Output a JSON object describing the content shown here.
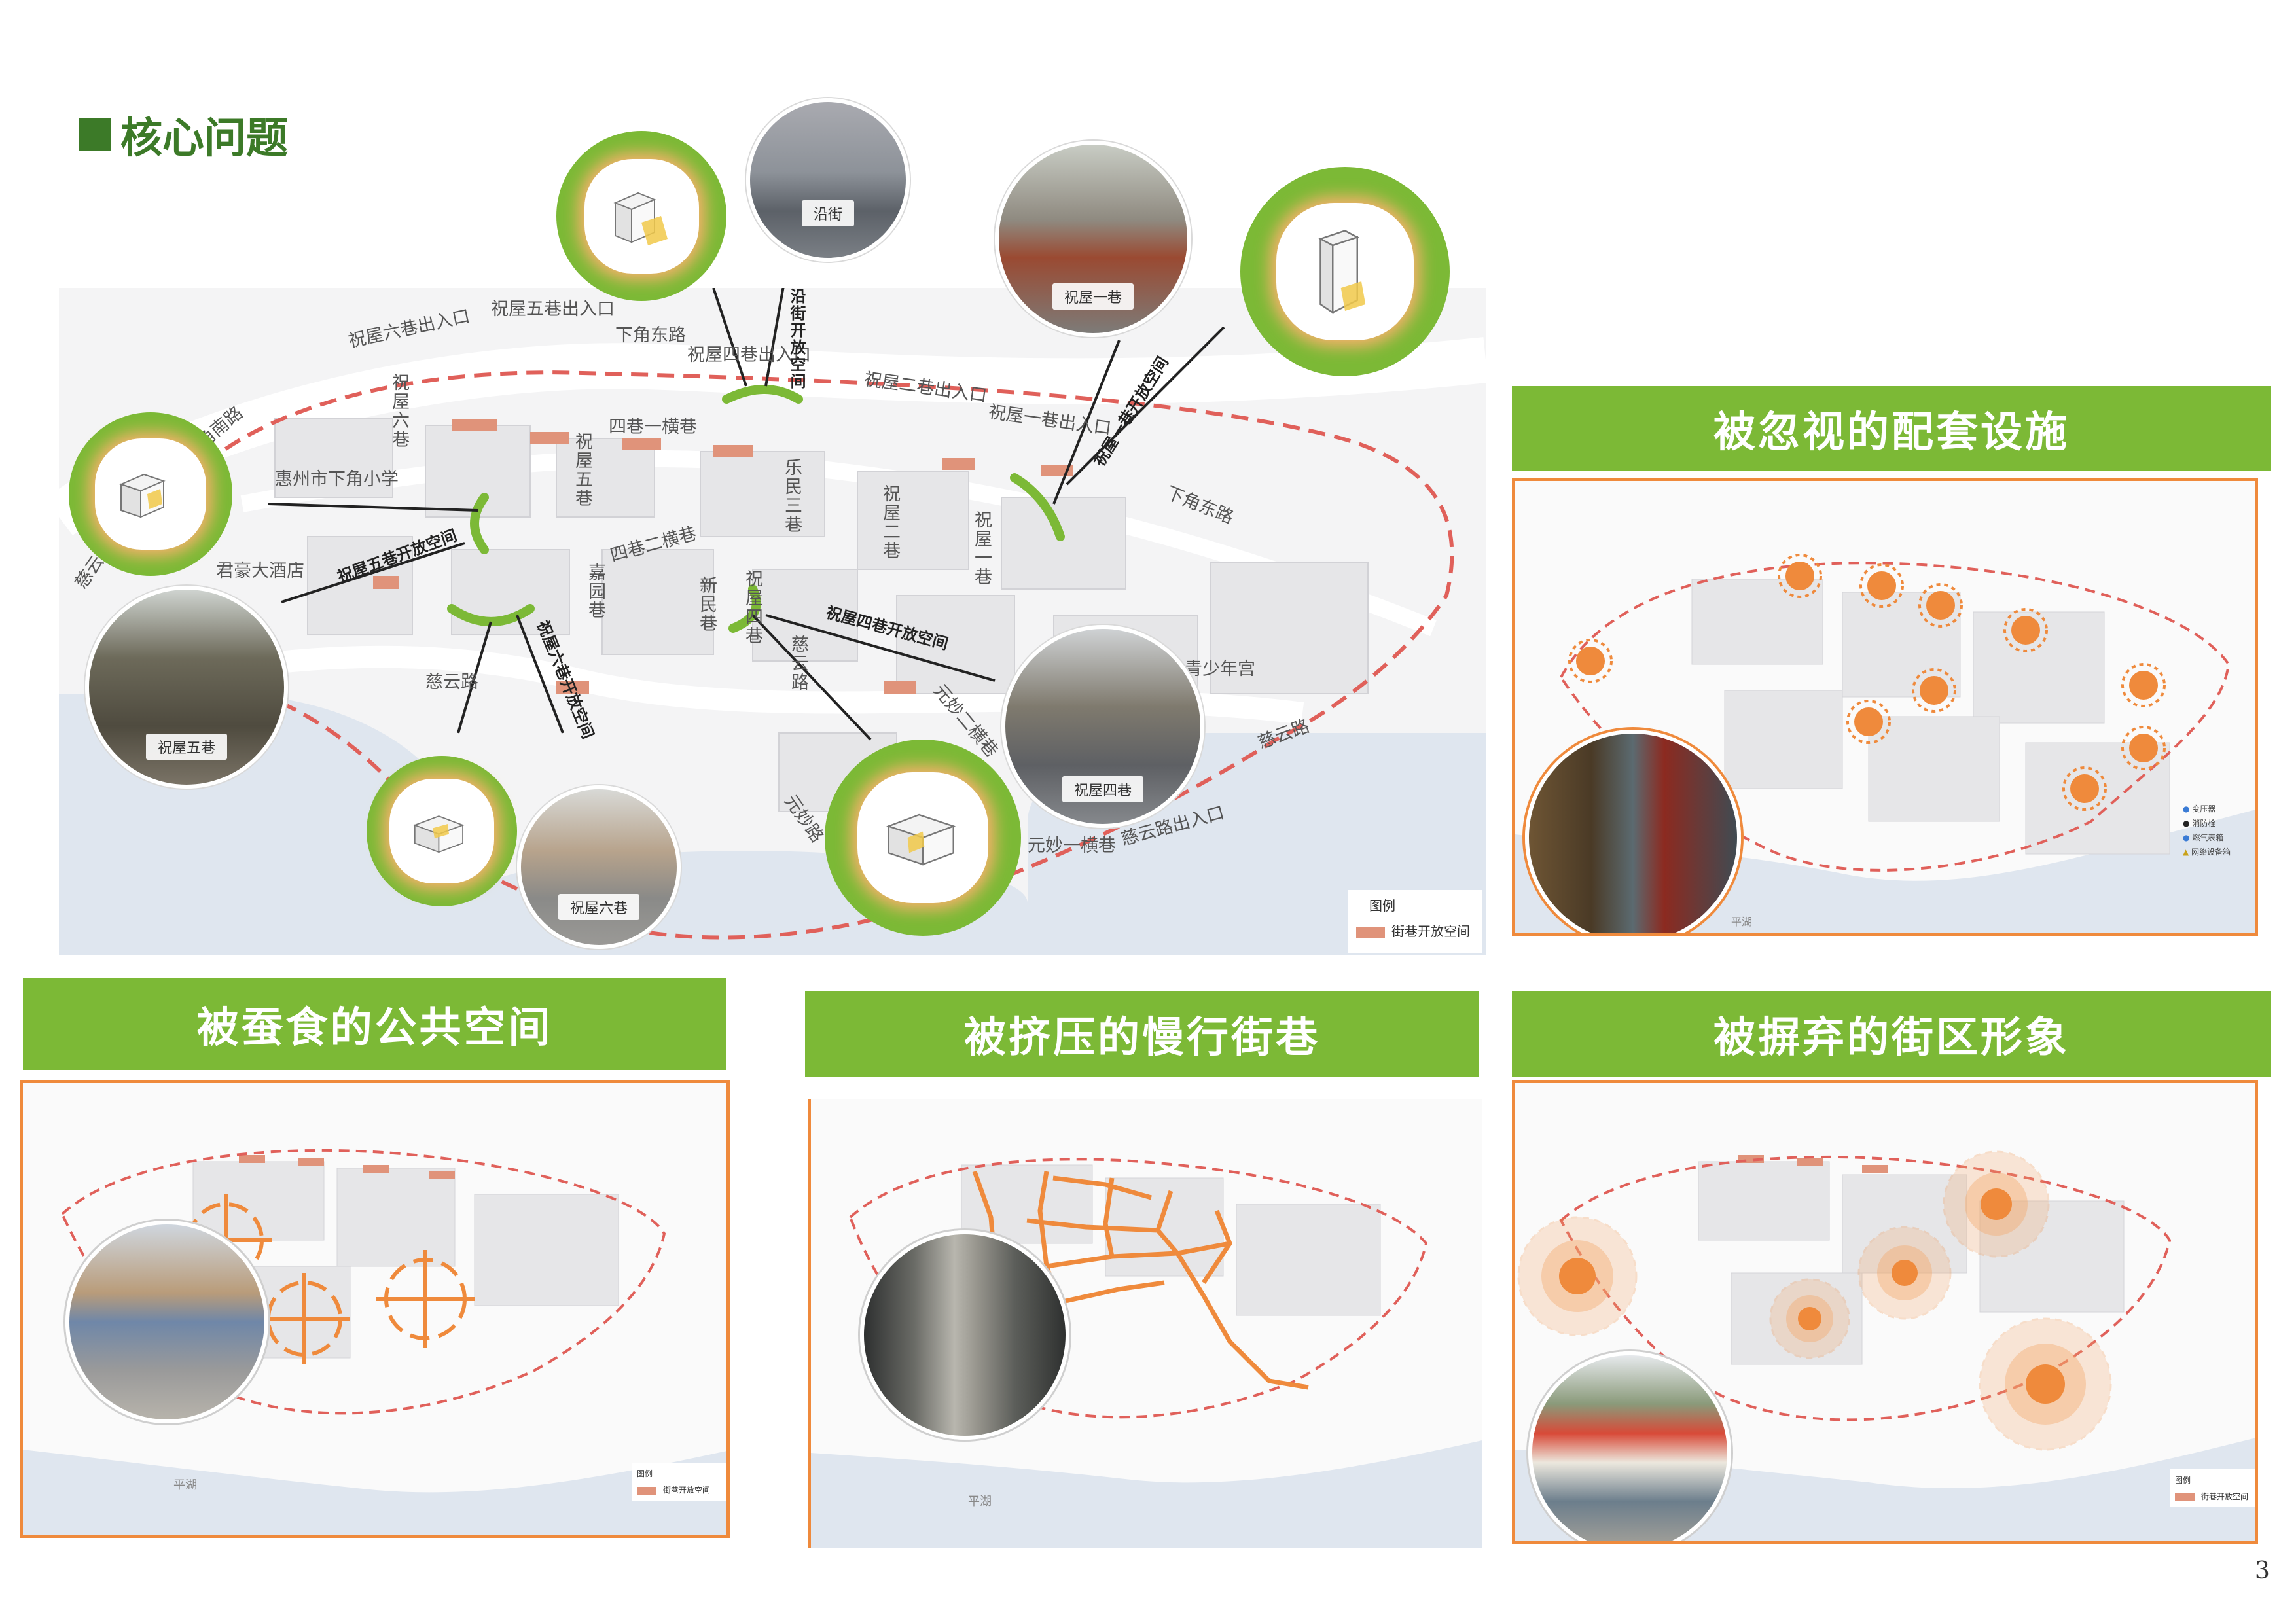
{
  "section_title": "核心问题",
  "page_number": "3",
  "main_map": {
    "streets": {
      "zhuwu6_entrance": "祝屋六巷出入口",
      "zhuwu5_entrance": "祝屋五巷出入口",
      "xiajiao_east_1": "下角东路",
      "zhuwu4_entrance": "祝屋四巷出入口",
      "zhuwu2_entrance": "祝屋二巷出入口",
      "zhuwu1_entrance": "祝屋一巷出入口",
      "xiajiao_east_2": "下角东路",
      "xiajiao_south": "下角南路",
      "zhuwu6_lane": "祝屋六巷",
      "zhuwu5_lane": "祝屋五巷",
      "siheng1": "四巷一横巷",
      "siheng2": "四巷二横巷",
      "lemin3": "乐民三巷",
      "zhuwu2_lane": "祝屋二巷",
      "zhuwu1_lane": "祝屋一巷",
      "school": "惠州市下角小学",
      "hotel": "君豪大酒店",
      "ciyun_entrance_left": "慈云路出口",
      "ciyun_1": "慈云路",
      "ciyun_2": "慈云路",
      "ciyun_3": "慈云路",
      "ciyun_entrance_right": "慈云路出入口",
      "youth_palace": "青少年宫",
      "yuanmiao": "元妙路",
      "yuanmiao_heng1": "元妙一横巷",
      "yuanmiao_heng2": "元妙二横巷",
      "jiaxing": "嘉园巷",
      "xinmin": "新民巷",
      "zhuwu4_vert": "祝屋四巷"
    },
    "open_space_callouts": {
      "along_street": "沿街开放空间",
      "zhuwu1": "祝屋一巷开放空间",
      "zhuwu5": "祝屋五巷开放空间",
      "zhuwu6": "祝屋六巷开放空间",
      "zhuwu4": "祝屋四巷开放空间"
    },
    "photos": {
      "yanjie": "沿街",
      "zhuwu1": "祝屋一巷",
      "zhuwu5": "祝屋五巷",
      "zhuwu6": "祝屋六巷",
      "zhuwu4": "祝屋四巷"
    },
    "legend": {
      "title": "图例",
      "item": "街巷开放空间"
    }
  },
  "panels": {
    "facilities": {
      "title": "被忽视的配套设施",
      "lake": "平湖",
      "legend_items": [
        "变压器",
        "消防栓",
        "燃气表箱",
        "网络设备箱"
      ]
    },
    "public_space": {
      "title": "被蚕食的公共空间",
      "lake": "平湖",
      "legend_title": "图例",
      "legend_item": "街巷开放空间"
    },
    "slow_lanes": {
      "title": "被挤压的慢行街巷",
      "lake": "平湖"
    },
    "image": {
      "title": "被摒弃的街区形象",
      "legend_title": "图例",
      "legend_item": "街巷开放空间"
    }
  },
  "colors": {
    "green": "#7cb936",
    "dark_green": "#3c7a28",
    "orange": "#ef8a3c",
    "boundary_red": "#e0605a",
    "building_pink": "#e0937a"
  }
}
